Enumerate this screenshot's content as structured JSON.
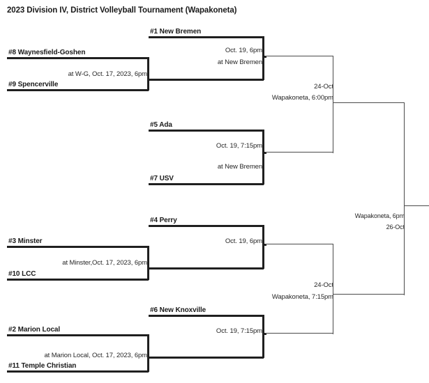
{
  "title": "2023 Division IV, District Volleyball Tournament (Wapakoneta)",
  "bracket": {
    "play_in": [
      {
        "id": "play-in-1",
        "top_team": "#8 Waynesfield-Goshen",
        "bottom_team": "#9 Spencerville",
        "info": "at W-G, Oct. 17, 2023, 6pm"
      },
      {
        "id": "play-in-2",
        "top_team": "#3 Minster",
        "bottom_team": "#10 LCC",
        "info": "at Minster,Oct. 17, 2023, 6pm"
      },
      {
        "id": "play-in-3",
        "top_team": "#2 Marion Local",
        "bottom_team": "#11 Temple Christian",
        "info": "at Marion Local, Oct. 17, 2023, 6pm"
      }
    ],
    "quarterfinals": [
      {
        "id": "quarterfinal-1",
        "seed_team": "#1 New Bremen",
        "datetime": "Oct. 19, 6pm",
        "venue": "at New Bremen"
      },
      {
        "id": "quarterfinal-2",
        "seed_team": "#5 Ada",
        "opponent": "#7 USV",
        "datetime": "Oct. 19, 7:15pm",
        "venue": "at New Bremen"
      },
      {
        "id": "quarterfinal-3",
        "seed_team": "#4 Perry",
        "datetime": "Oct. 19, 6pm",
        "venue": ""
      },
      {
        "id": "quarterfinal-4",
        "seed_team": "#6 New Knoxville",
        "datetime": "Oct. 19, 7:15pm",
        "venue": ""
      }
    ],
    "semifinals": [
      {
        "id": "semifinal-1",
        "date": "24-Oct",
        "venue_time": "Wapakoneta, 6:00pm"
      },
      {
        "id": "semifinal-2",
        "date": "24-Oct",
        "venue_time": "Wapakoneta, 7:15pm"
      }
    ],
    "final": {
      "id": "final",
      "venue_time": "Wapakoneta, 6pm",
      "date": "26-Oct"
    }
  }
}
